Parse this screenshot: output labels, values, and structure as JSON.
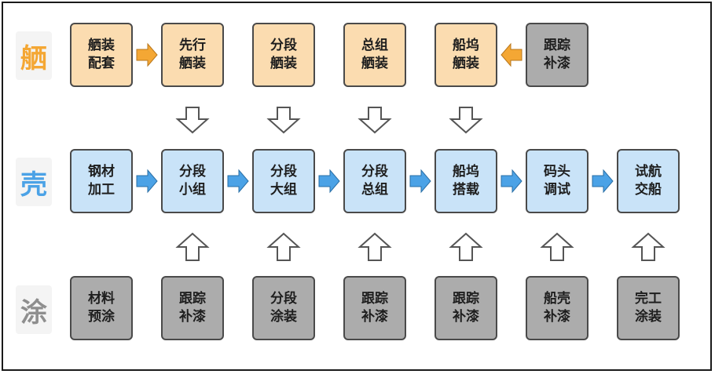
{
  "rows": {
    "outfit": {
      "label": "舾",
      "color": "#f4a734",
      "boxes": [
        "舾装\n配套",
        "先行\n舾装",
        "分段\n舾装",
        "总组\n舾装",
        "船坞\n舾装",
        "跟踪\n补漆"
      ]
    },
    "hull": {
      "label": "壳",
      "color": "#4ba2e6",
      "boxes": [
        "钢材\n加工",
        "分段\n小组",
        "分段\n大组",
        "分段\n总组",
        "船坞\n搭载",
        "码头\n调试",
        "试航\n交船"
      ]
    },
    "paint": {
      "label": "涂",
      "color": "#8e8e8e",
      "boxes": [
        "材料\n预涂",
        "跟踪\n补漆",
        "分段\n涂装",
        "跟踪\n补漆",
        "跟踪\n补漆",
        "船壳\n补漆",
        "完工\n涂装"
      ]
    }
  },
  "colors": {
    "outfit_box": "#fbdcb0",
    "hull_box": "#c9e3f8",
    "paint_box": "#acacac",
    "arrow_orange": "#f4a734",
    "arrow_blue": "#4ba2e6",
    "arrow_hollow_stroke": "#555555"
  }
}
